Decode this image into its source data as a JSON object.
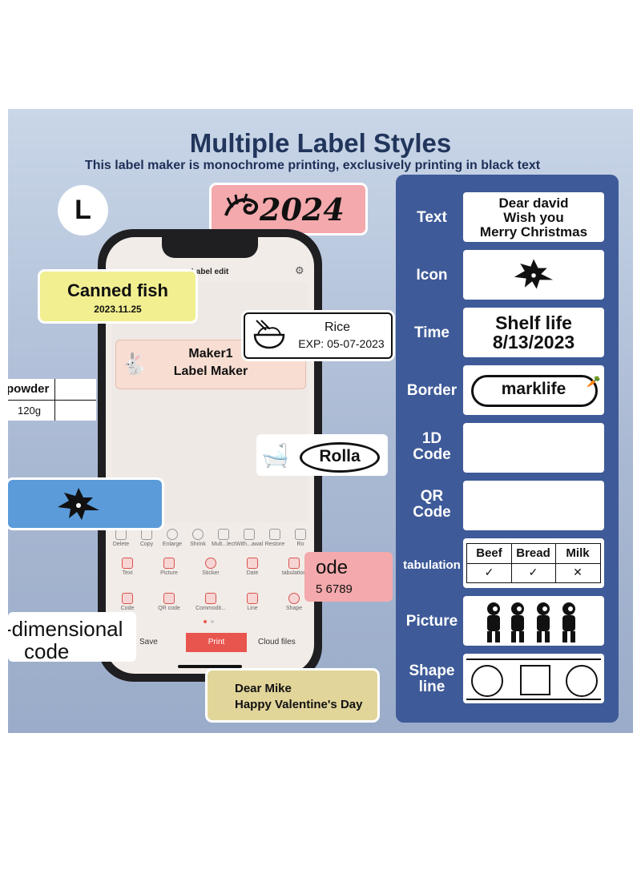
{
  "header": {
    "title": "Multiple Label Styles",
    "subtitle": "This label maker is monochrome printing,   exclusively printing in black text",
    "size_badge": "L"
  },
  "floating_labels": {
    "year_2024": "2024",
    "canned_fish_title": "Canned fish",
    "canned_fish_date": "2023.11.25",
    "rice_title": "Rice",
    "rice_exp": "EXP:  05-07-2023",
    "table_powder": "powder",
    "table_weight": "120g",
    "rolla": "Rolla",
    "code_partial": "ode",
    "code_number_partial": "5 6789",
    "dimensional_line1": "-dimensional",
    "dimensional_line2": "code",
    "dear_mike_line1": "Dear Mike",
    "dear_mike_line2": "Happy Valentine's Day"
  },
  "phone": {
    "screen_title": "Label edit",
    "label_line1": "Maker1",
    "label_line2": "Label Maker",
    "toolbar_row1": [
      "Delete",
      "Copy",
      "Enlarge",
      "Shrink",
      "Mult...lect",
      "With...awal",
      "Restore",
      "Ro"
    ],
    "toolbar_row2": [
      "Text",
      "Picture",
      "Sticker",
      "Date",
      "tabulation"
    ],
    "toolbar_row3": [
      "Code",
      "QR code",
      "Commodit...",
      "Line",
      "Shape"
    ],
    "save_label": "Save",
    "print_label": "Print",
    "cloud_label": "Cloud files"
  },
  "style_panel": {
    "text_name": "Text",
    "text_sample_line1": "Dear david",
    "text_sample_line2": "Wish you",
    "text_sample_line3": "Merry Christmas",
    "icon_name": "Icon",
    "icon_sample": "holly-icon",
    "time_name": "Time",
    "time_sample_line1": "Shelf life",
    "time_sample_line2": "8/13/2023",
    "border_name": "Border",
    "border_sample": "marklife",
    "code1d_name_line1": "1D",
    "code1d_name_line2": "Code",
    "qr_name_line1": "QR",
    "qr_name_line2": "Code",
    "tabulation_name": "tabulation",
    "tab_headers": [
      "Beef",
      "Bread",
      "Milk"
    ],
    "tab_marks": [
      "✓",
      "✓",
      "✕"
    ],
    "picture_name": "Picture",
    "shape_name_line1": "Shape",
    "shape_name_line2": "line"
  },
  "colors": {
    "title": "#22365c",
    "panel_blue": "#3e5a98",
    "print_button": "#e8554e",
    "yellow_label": "#f1ef8f",
    "pink_label": "#f4a9ac",
    "blue_label": "#5b9bd9",
    "tan_label": "#e2d59a"
  }
}
